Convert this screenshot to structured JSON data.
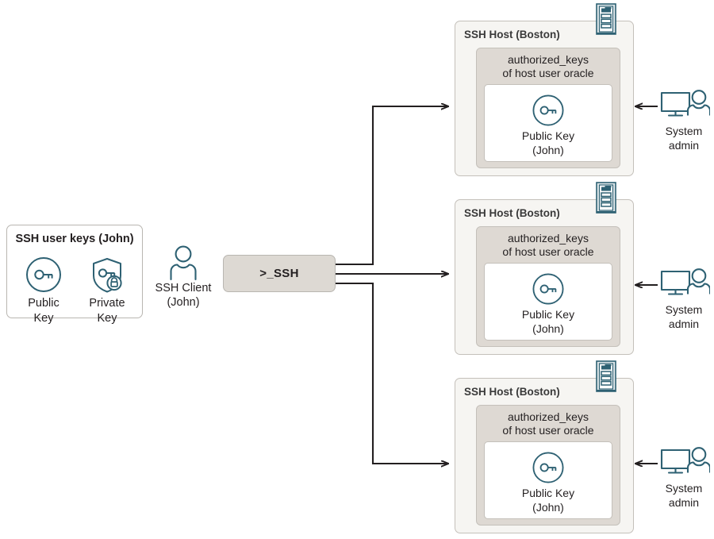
{
  "diagram": {
    "title": "SSH public key authentication to multiple hosts",
    "colors": {
      "icon_teal": "#2e6173",
      "box_fill_light": "#f6f5f2",
      "box_fill_beige": "#ded9d3",
      "ssh_box_fill": "#ddd9d3",
      "border": "#c4c0ba",
      "arrow": "#231f20",
      "text": "#231f20"
    }
  },
  "user_keys": {
    "title": "SSH user keys (John)",
    "keys": [
      {
        "icon": "public-key-icon",
        "line1": "Public",
        "line2": "Key"
      },
      {
        "icon": "private-key-shield-lock-icon",
        "line1": "Private",
        "line2": "Key"
      }
    ]
  },
  "ssh_client": {
    "icon": "person-icon",
    "line1": "SSH Client",
    "line2": "(John)"
  },
  "ssh_box": {
    "label": ">_SSH"
  },
  "hosts": [
    {
      "title": "SSH Host (Boston)",
      "rack_icon": "server-rack-icon",
      "authorized_keys": {
        "line1": "authorized_keys",
        "line2": "of host user oracle"
      },
      "public_key": {
        "icon": "public-key-icon",
        "line1": "Public Key",
        "line2": "(John)"
      },
      "admin": {
        "icon": "system-admin-icon",
        "line1": "System",
        "line2": "admin"
      }
    },
    {
      "title": "SSH Host (Boston)",
      "rack_icon": "server-rack-icon",
      "authorized_keys": {
        "line1": "authorized_keys",
        "line2": "of host user oracle"
      },
      "public_key": {
        "icon": "public-key-icon",
        "line1": "Public Key",
        "line2": "(John)"
      },
      "admin": {
        "icon": "system-admin-icon",
        "line1": "System",
        "line2": "admin"
      }
    },
    {
      "title": "SSH Host (Boston)",
      "rack_icon": "server-rack-icon",
      "authorized_keys": {
        "line1": "authorized_keys",
        "line2": "of host user oracle"
      },
      "public_key": {
        "icon": "public-key-icon",
        "line1": "Public Key",
        "line2": "(John)"
      },
      "admin": {
        "icon": "system-admin-icon",
        "line1": "System",
        "line2": "admin"
      }
    }
  ],
  "connections": [
    {
      "from": "ssh-box",
      "to": "host-1",
      "style": "elbow-up-arrow"
    },
    {
      "from": "ssh-box",
      "to": "host-2",
      "style": "straight-arrow"
    },
    {
      "from": "ssh-box",
      "to": "host-3",
      "style": "elbow-down-arrow"
    },
    {
      "from": "system-admin-1",
      "to": "host-1",
      "style": "left-arrow"
    },
    {
      "from": "system-admin-2",
      "to": "host-2",
      "style": "left-arrow"
    },
    {
      "from": "system-admin-3",
      "to": "host-3",
      "style": "left-arrow"
    }
  ]
}
